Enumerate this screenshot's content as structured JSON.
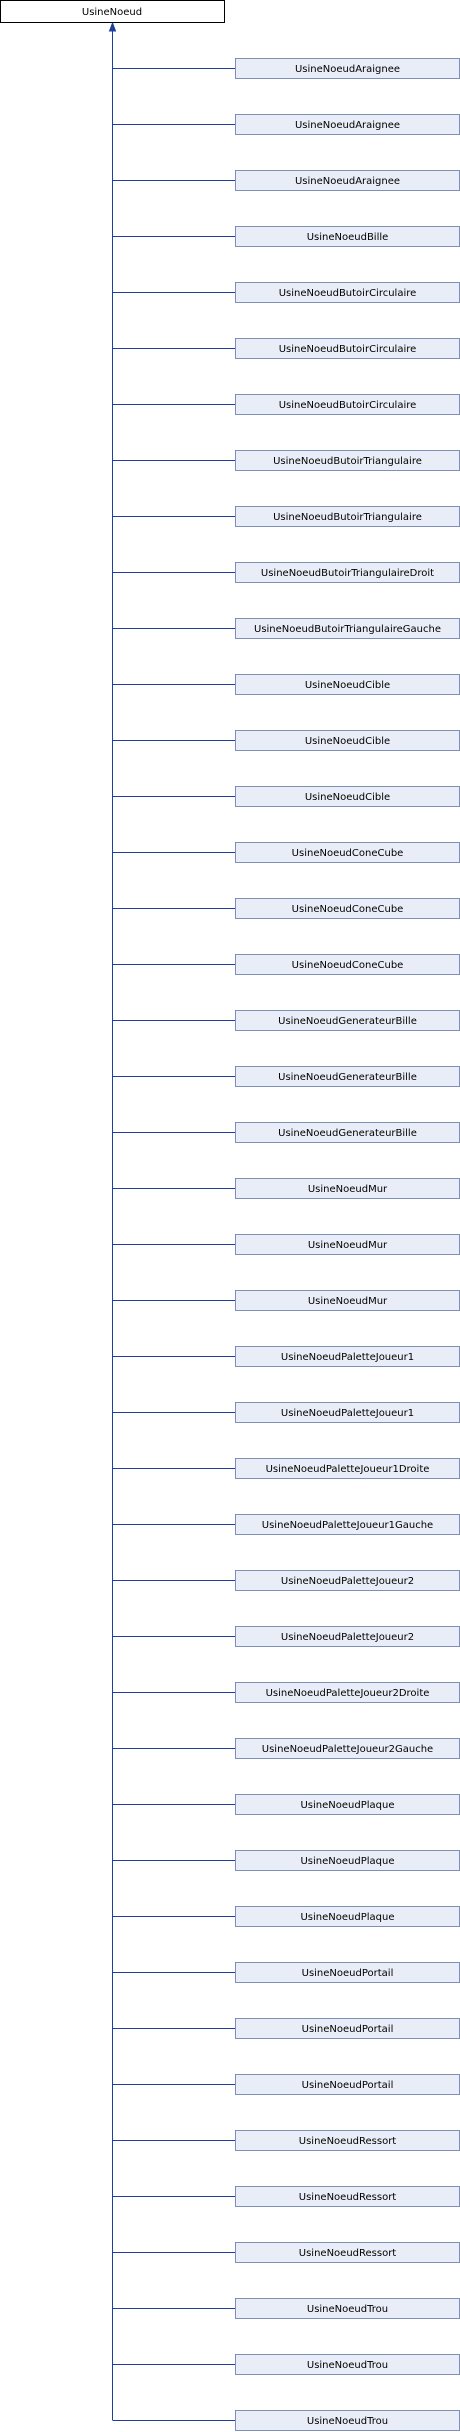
{
  "base_class": {
    "label": "UsineNoeud"
  },
  "derived_classes": [
    "UsineNoeudAraignee",
    "UsineNoeudAraignee",
    "UsineNoeudAraignee",
    "UsineNoeudBille",
    "UsineNoeudButoirCirculaire",
    "UsineNoeudButoirCirculaire",
    "UsineNoeudButoirCirculaire",
    "UsineNoeudButoirTriangulaire",
    "UsineNoeudButoirTriangulaire",
    "UsineNoeudButoirTriangulaireDroit",
    "UsineNoeudButoirTriangulaireGauche",
    "UsineNoeudCible",
    "UsineNoeudCible",
    "UsineNoeudCible",
    "UsineNoeudConeCube",
    "UsineNoeudConeCube",
    "UsineNoeudConeCube",
    "UsineNoeudGenerateurBille",
    "UsineNoeudGenerateurBille",
    "UsineNoeudGenerateurBille",
    "UsineNoeudMur",
    "UsineNoeudMur",
    "UsineNoeudMur",
    "UsineNoeudPaletteJoueur1",
    "UsineNoeudPaletteJoueur1",
    "UsineNoeudPaletteJoueur1Droite",
    "UsineNoeudPaletteJoueur1Gauche",
    "UsineNoeudPaletteJoueur2",
    "UsineNoeudPaletteJoueur2",
    "UsineNoeudPaletteJoueur2Droite",
    "UsineNoeudPaletteJoueur2Gauche",
    "UsineNoeudPlaque",
    "UsineNoeudPlaque",
    "UsineNoeudPlaque",
    "UsineNoeudPortail",
    "UsineNoeudPortail",
    "UsineNoeudPortail",
    "UsineNoeudRessort",
    "UsineNoeudRessort",
    "UsineNoeudRessort",
    "UsineNoeudTrou",
    "UsineNoeudTrou",
    "UsineNoeudTrou"
  ],
  "colors": {
    "base_fill": "#ffffff",
    "base_stroke": "#000000",
    "child_fill": "#e8edf7",
    "child_stroke": "#7e8fb8",
    "edge": "#1f3f99",
    "text": "#000000"
  }
}
